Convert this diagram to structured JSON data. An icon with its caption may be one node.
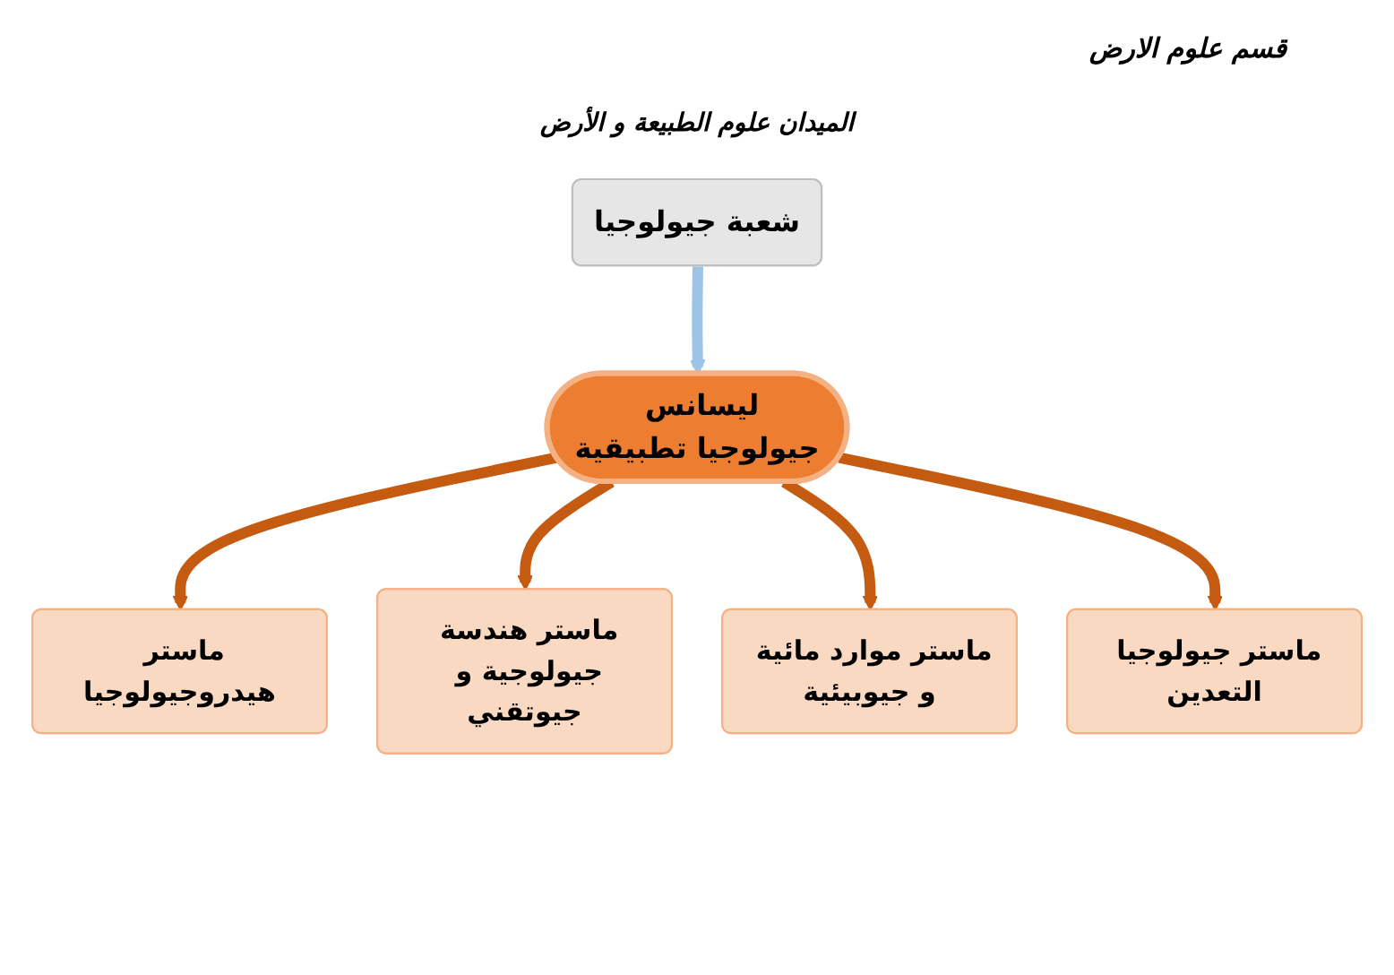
{
  "diagram": {
    "title": "الميدان علوم الطبيعة و الأرض",
    "labels": [
      "قسم علوم الارض"
    ],
    "nodes": [
      {
        "text": [
          "شعبة جيولوجيا"
        ]
      },
      {
        "text": [
          "ماستر جيولوجيا التعدين"
        ]
      },
      {
        "text": [
          "ماستر هيدروجيولوجيا"
        ]
      },
      {
        "text": [
          "ليسانس جيولوجيا تطبيقية"
        ]
      },
      {
        "text": [
          "ماستر موارد مائية و جيوبيئية"
        ]
      },
      {
        "text": [
          "ماستر هندسة جيولوجية و جيوتقني"
        ]
      }
    ],
    "edges": [
      {
        "from": 0,
        "to": 3,
        "arrow": "to",
        "color": "#9dc3e6"
      },
      {
        "from": 3,
        "to": 2,
        "arrow": "to"
      },
      {
        "from": 3,
        "to": 5,
        "arrow": "to"
      },
      {
        "from": 3,
        "to": 4,
        "arrow": "to"
      },
      {
        "from": 3,
        "to": 1,
        "arrow": "to"
      }
    ]
  }
}
